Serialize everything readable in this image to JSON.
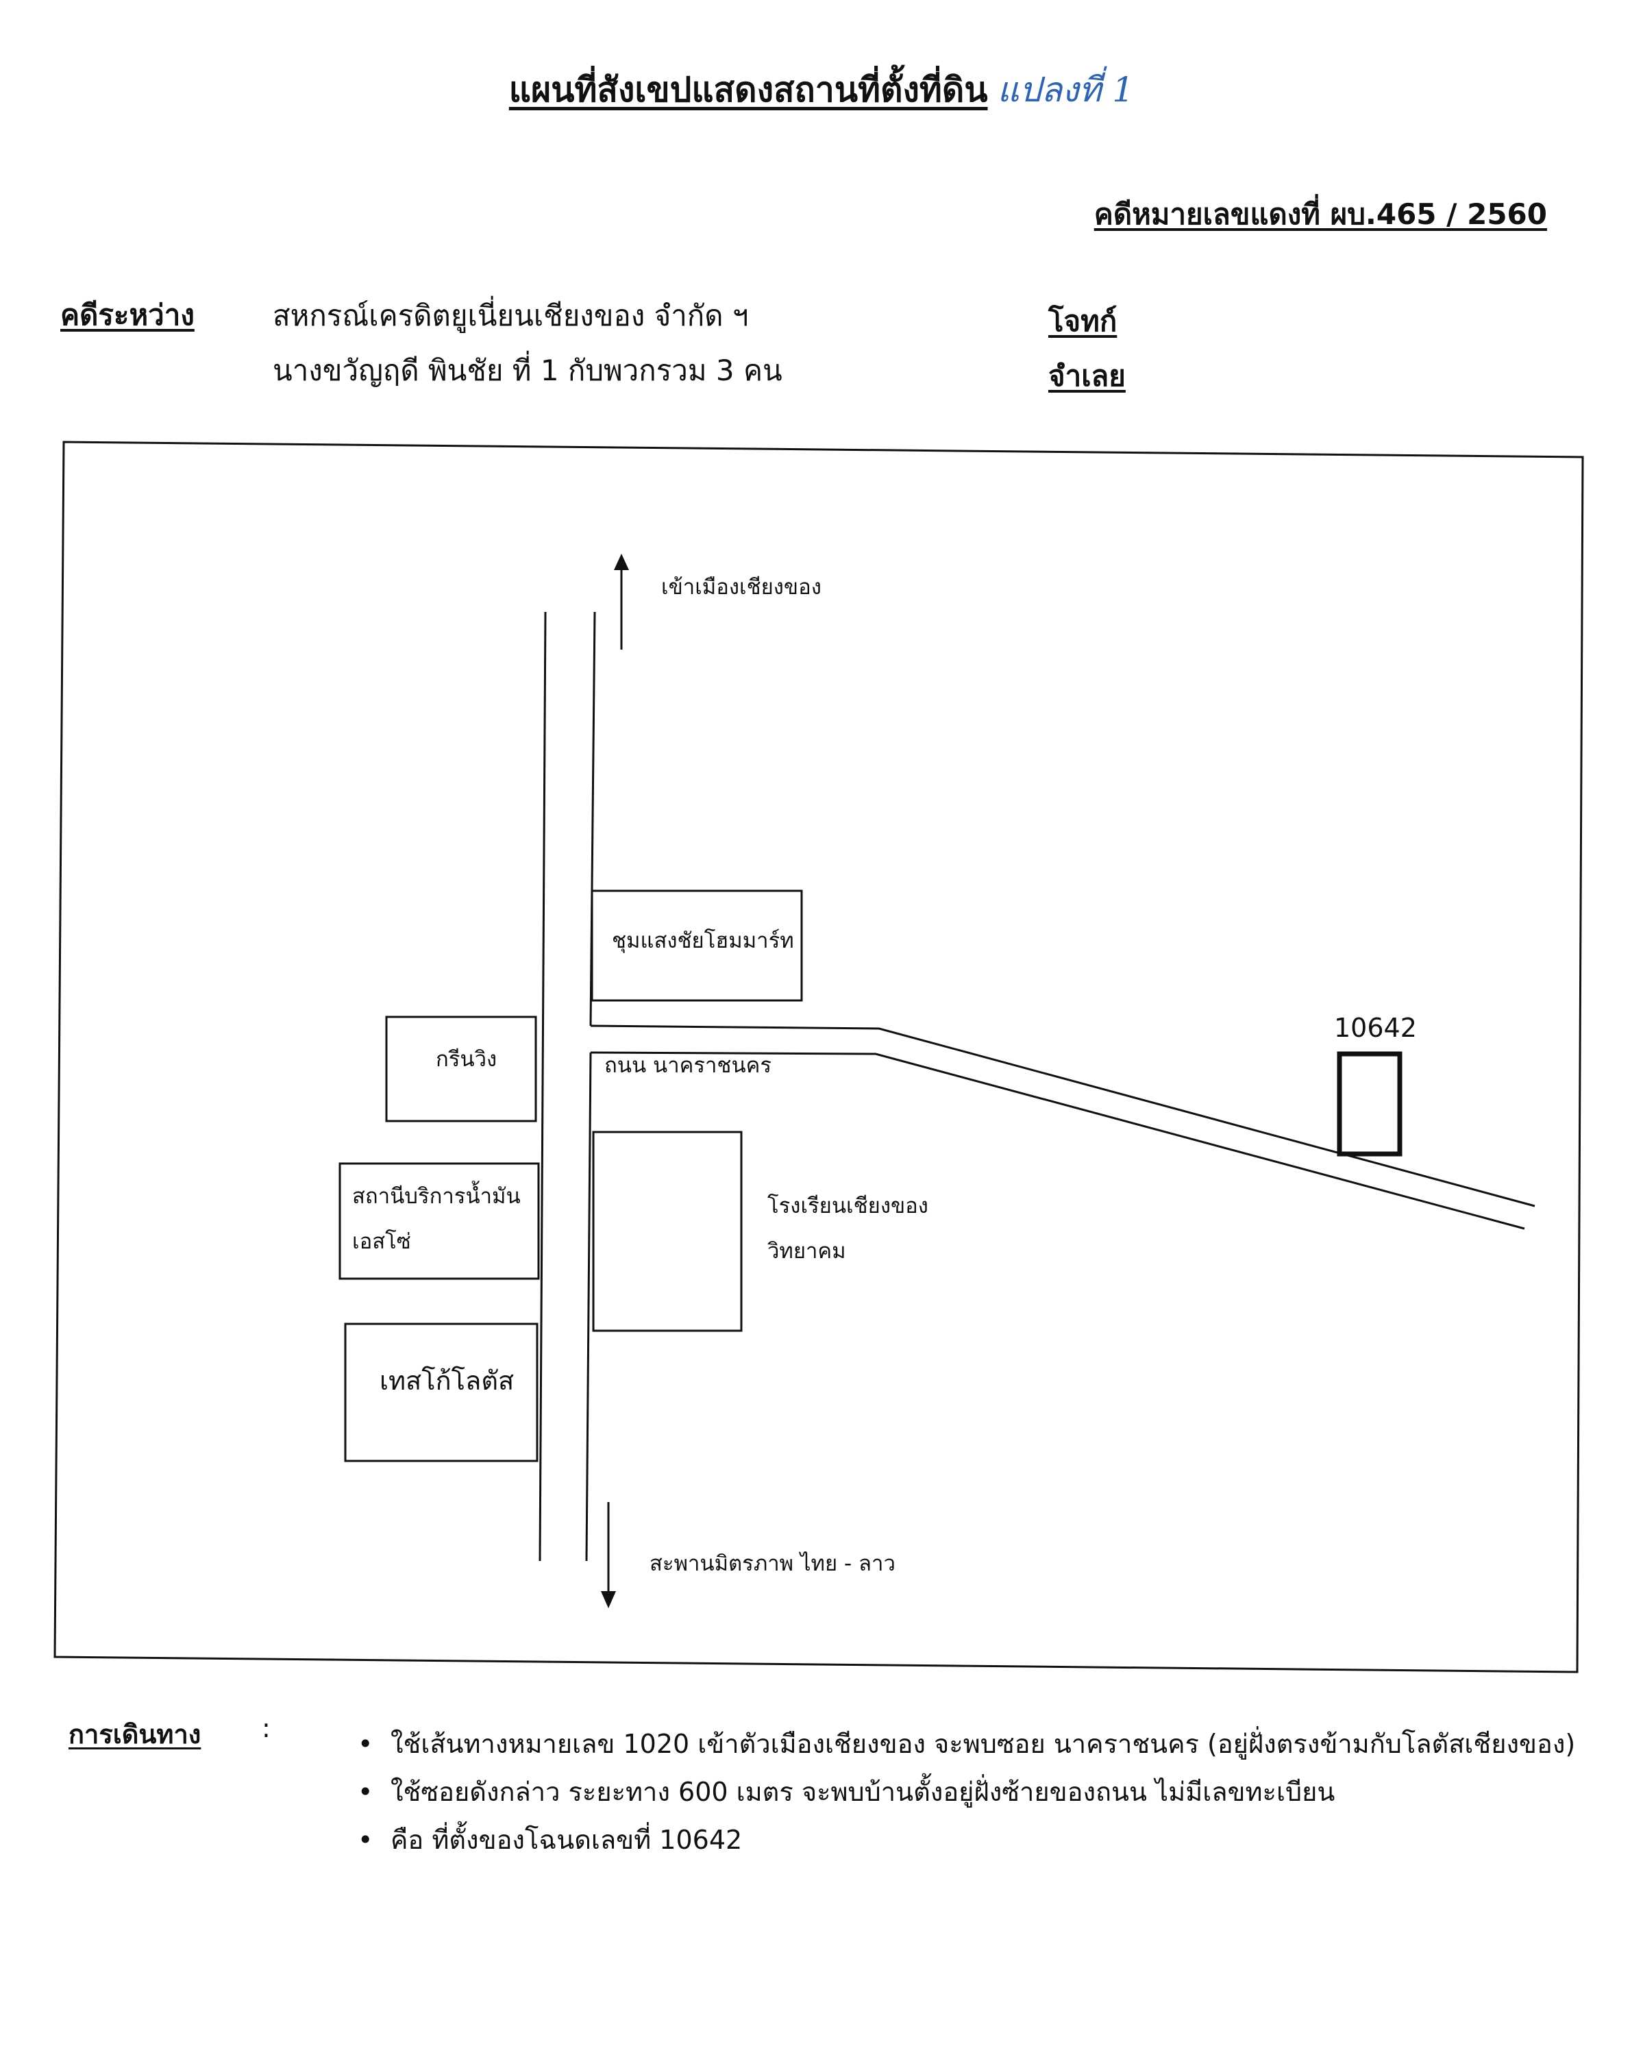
{
  "header": {
    "title": "แผนที่สังเขปแสดงสถานที่ตั้งที่ดิน",
    "handwritten_note": "แปลงที่ 1",
    "case_number": "คดีหมายเลขแดงที่ ผบ.465 / 2560"
  },
  "parties": {
    "label": "คดีระหว่าง",
    "plaintiff_name": "สหกรณ์เครดิตยูเนี่ยนเชียงของ จำกัด ฯ",
    "plaintiff_role": "โจทก์",
    "defendant_name": "นางขวัญฤดี พินชัย ที่ 1 กับพวกรวม 3 คน",
    "defendant_role": "จำเลย"
  },
  "map": {
    "north_direction": "เข้าเมืองเชียงของ",
    "south_direction": "สะพานมิตรภาพ ไทย - ลาว",
    "side_road": "ถนน นาคราชนคร",
    "parcel_number": "10642",
    "landmarks": {
      "home_mart": "ชุมแสงชัยโฮมมาร์ท",
      "green_wing": "กรีนวิง",
      "gas_station_line1": "สถานีบริการน้ำมัน",
      "gas_station_line2": "เอสโซ่",
      "tesco": "เทสโก้โลตัส",
      "school_line1": "โรงเรียนเชียงของ",
      "school_line2": "วิทยาคม"
    }
  },
  "directions": {
    "label": "การเดินทาง",
    "colon": ":",
    "bullet": "•",
    "items": [
      "ใช้เส้นทางหมายเลข 1020 เข้าตัวเมืองเชียงของ จะพบซอย นาคราชนคร (อยู่ฝั่งตรงข้ามกับโลตัสเชียงของ)",
      "ใช้ซอยดังกล่าว ระยะทาง 600 เมตร จะพบบ้านตั้งอยู่ฝั่งซ้ายของถนน ไม่มีเลขทะเบียน",
      "คือ ที่ตั้งของโฉนดเลขที่ 10642"
    ]
  }
}
